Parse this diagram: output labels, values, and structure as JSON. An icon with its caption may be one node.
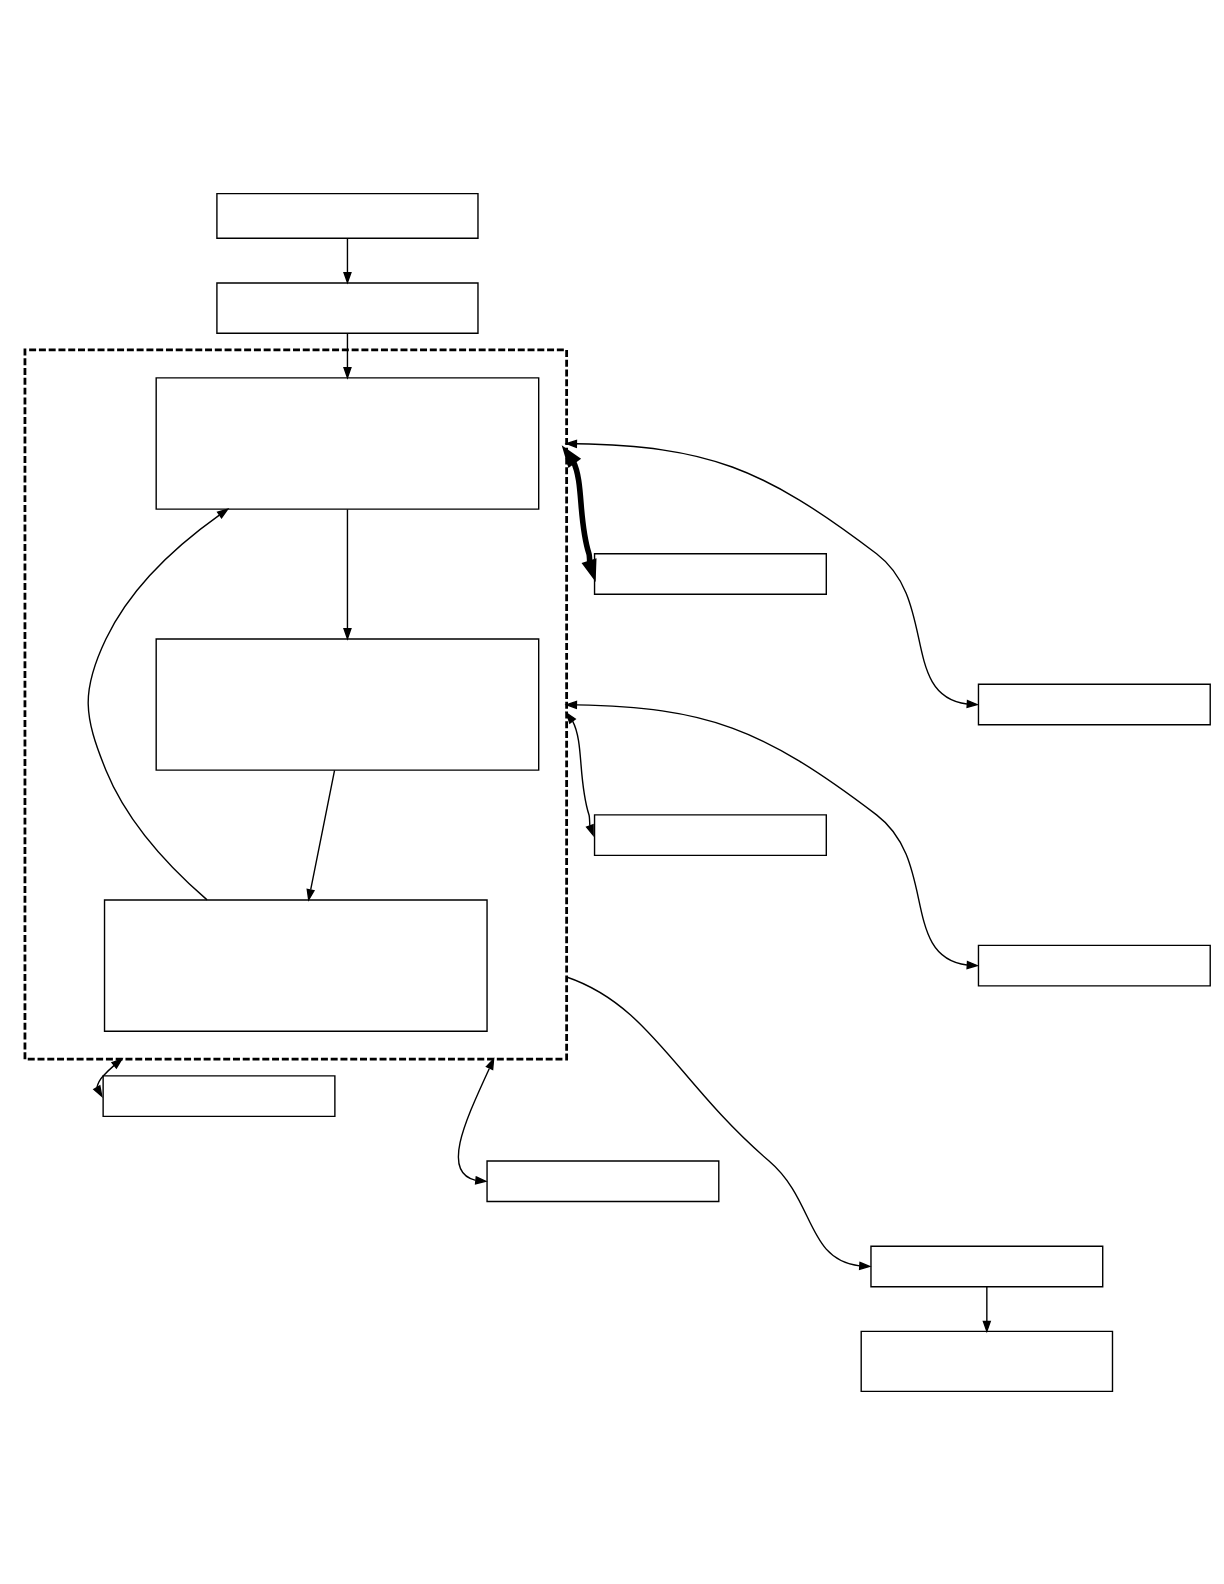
{
  "diagram": {
    "nodes": [
      {
        "text": [],
        "shape": "box"
      },
      {
        "text": [],
        "shape": "box"
      },
      {
        "text": [],
        "shape": "box"
      },
      {
        "text": [],
        "shape": "box",
        "in": 2
      },
      {
        "text": [],
        "shape": "box",
        "in": 2
      },
      {
        "text": [],
        "shape": "box",
        "in": 2
      },
      {
        "text": [],
        "shape": "box"
      },
      {
        "text": [],
        "shape": "box"
      },
      {
        "text": [],
        "shape": "box"
      },
      {
        "text": [],
        "shape": "box"
      },
      {
        "text": [],
        "shape": "box"
      },
      {
        "text": [],
        "shape": "box"
      },
      {
        "text": [],
        "shape": "box"
      },
      {
        "text": [],
        "shape": "box"
      }
    ],
    "edges": [
      {
        "from": 0,
        "to": 1,
        "arrow": "to"
      },
      {
        "from": 1,
        "to": 3,
        "arrow": "to"
      },
      {
        "from": 3,
        "to": 4,
        "arrow": "to"
      },
      {
        "from": 4,
        "to": 5,
        "arrow": "to"
      },
      {
        "from": 5,
        "to": 3,
        "arrow": "to"
      },
      {
        "from": 2,
        "to": 6,
        "arrow": "both",
        "style": "thick"
      },
      {
        "from": 2,
        "to": 7,
        "arrow": "both"
      },
      {
        "from": 2,
        "to": 8,
        "arrow": "both"
      },
      {
        "from": 2,
        "to": 9,
        "arrow": "both"
      },
      {
        "from": 2,
        "to": 10,
        "arrow": "both"
      },
      {
        "from": 2,
        "to": 11,
        "arrow": "both"
      },
      {
        "from": 2,
        "to": 12,
        "arrow": "to"
      },
      {
        "from": 12,
        "to": 13,
        "arrow": "to"
      }
    ]
  }
}
